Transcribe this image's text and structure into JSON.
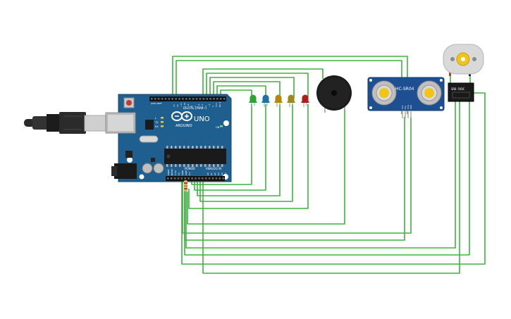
{
  "board": {
    "brand": "ARDUINO",
    "model": "UNO",
    "digital_label": "DIGITAL (PWM~)",
    "power_label": "POWER",
    "analog_label": "ANALOG IN",
    "aref_label": "AREF",
    "gnd_label": "GND",
    "tx_label": "TX",
    "rx_label": "RX",
    "l_label": "L",
    "on_label": "ON",
    "power_pins": [
      "IOREF",
      "RESET",
      "3.3V",
      "5V",
      "GND",
      "GND",
      "Vin"
    ],
    "analog_pins": [
      "A0",
      "A1",
      "A2",
      "A3",
      "A4",
      "A5"
    ],
    "digital_pins": [
      "13",
      "12",
      "~11",
      "~10",
      "~9",
      "8",
      "7",
      "~6",
      "~5",
      "4",
      "~3",
      "2",
      "TX 1",
      "RX 0"
    ]
  },
  "sensor": {
    "label": "HC-SR04",
    "pins": [
      "VCC",
      "Trig",
      "Echo",
      "GND"
    ]
  },
  "relay": {
    "label": "SRD-5VDC"
  },
  "leds": [
    {
      "color": "#2fa52f"
    },
    {
      "color": "#1f6fa8"
    },
    {
      "color": "#b8860b"
    },
    {
      "color": "#9a8a1a"
    },
    {
      "color": "#b01c1c"
    }
  ],
  "colors": {
    "wire": "#3db33d",
    "board": "#1f5f8f",
    "sensor_pcb": "#1e4f93",
    "motor": "#d9d9d9"
  }
}
